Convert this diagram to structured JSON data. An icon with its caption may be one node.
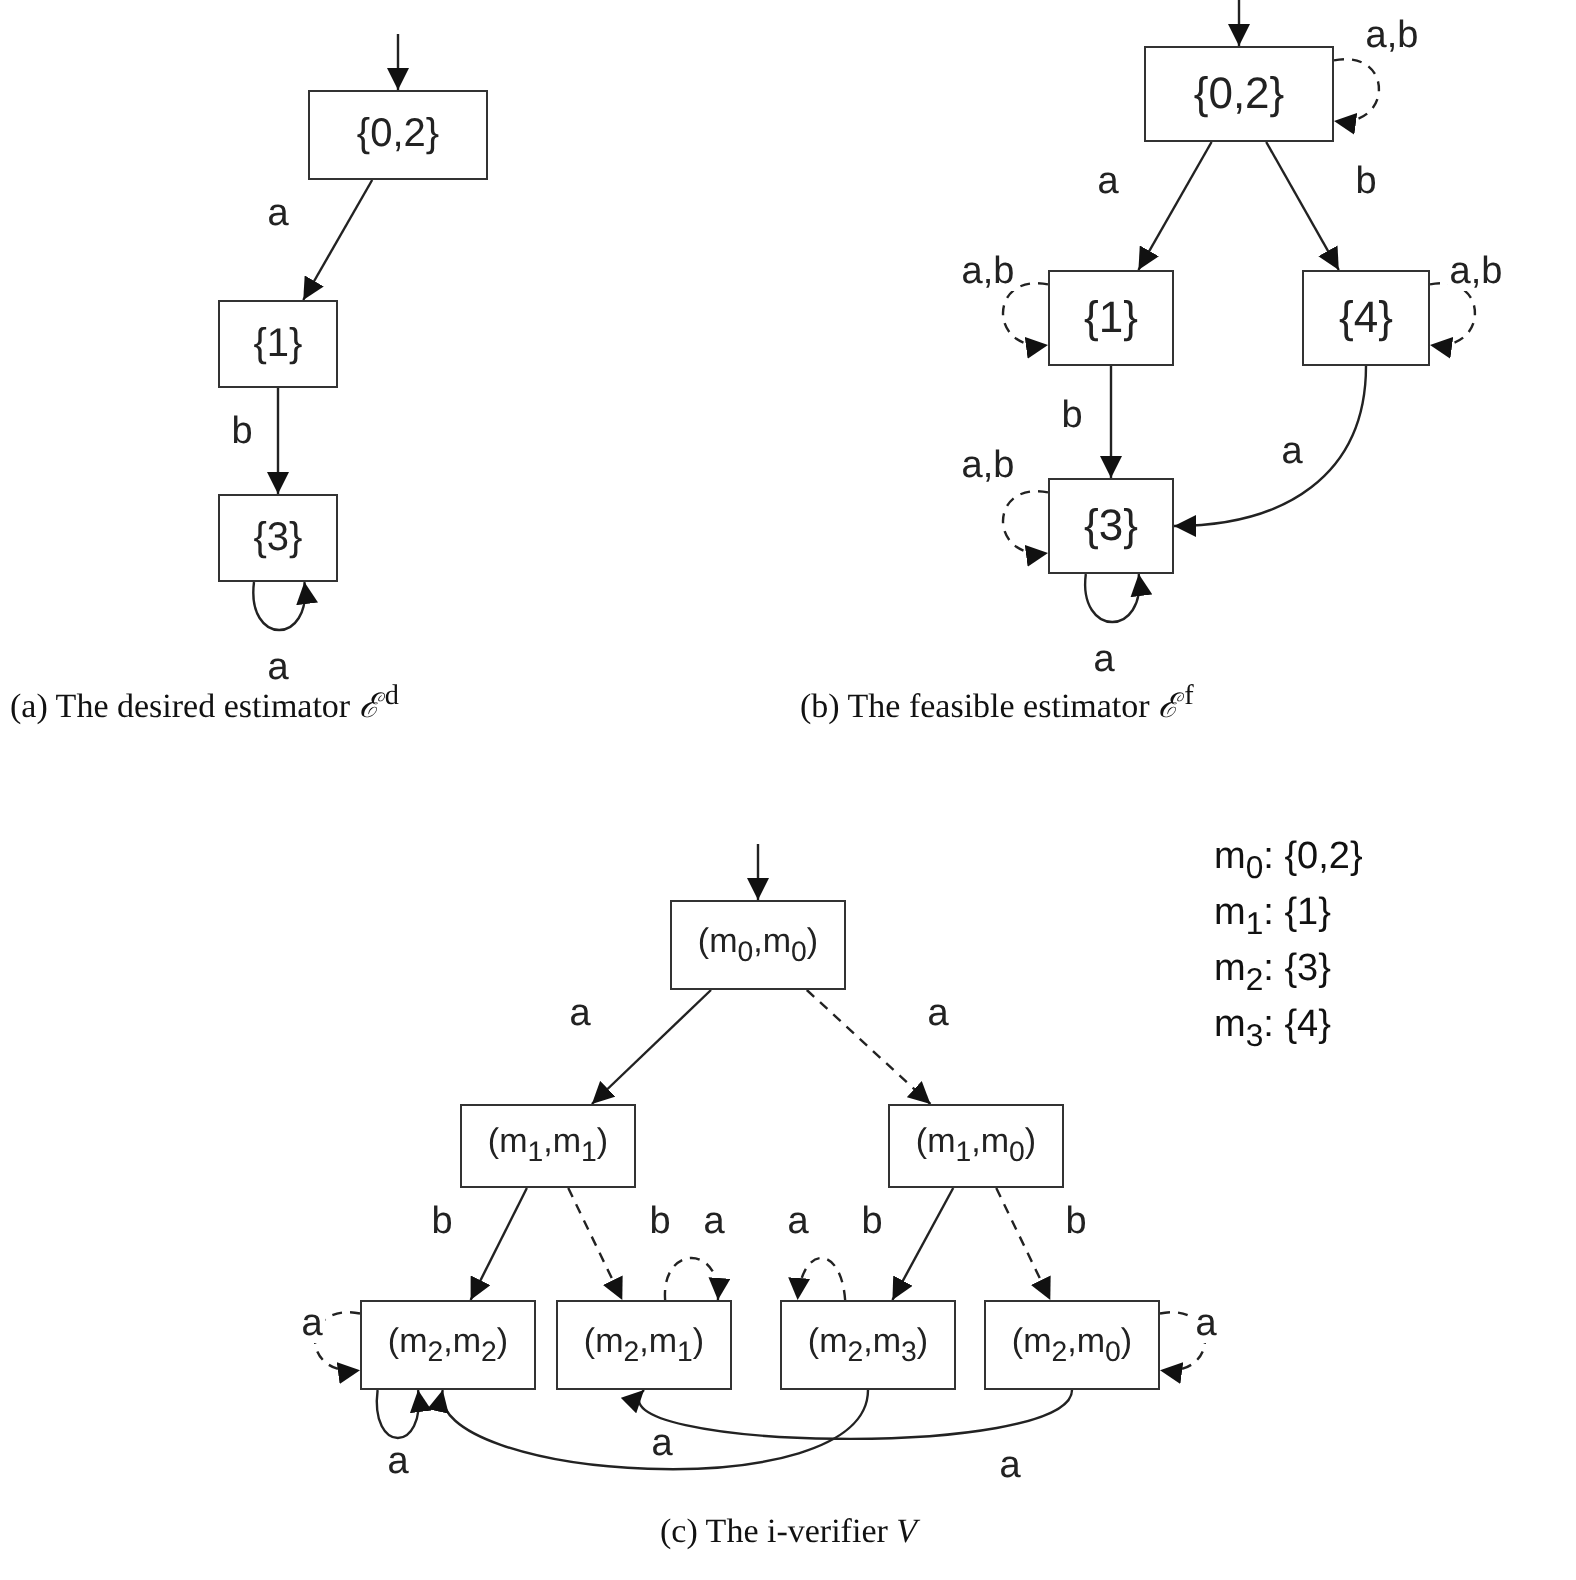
{
  "diagram": {
    "nodes": [
      {
        "text": [
          "{0,2}"
        ]
      },
      {
        "text": [
          "{1}"
        ]
      },
      {
        "text": [
          "{3}"
        ]
      },
      {
        "text": [
          "{0,2}"
        ]
      },
      {
        "text": [
          "{1}"
        ]
      },
      {
        "text": [
          "{4}"
        ]
      },
      {
        "text": [
          "{3}"
        ]
      },
      {
        "text": [
          "(m$_{0}$,m$_{0}$)"
        ]
      },
      {
        "text": [
          "(m$_{1}$,m$_{1}$)"
        ]
      },
      {
        "text": [
          "(m$_{1}$,m$_{0}$)"
        ]
      },
      {
        "text": [
          "(m$_{2}$,m$_{2}$)"
        ]
      },
      {
        "text": [
          "(m$_{2}$,m$_{1}$)"
        ]
      },
      {
        "text": [
          "(m$_{2}$,m$_{3}$)"
        ]
      },
      {
        "text": [
          "(m$_{2}$,m$_{0}$)"
        ]
      }
    ],
    "edges": [
      {
        "from": null,
        "to": 0,
        "arrow": "to"
      },
      {
        "from": 0,
        "to": 1,
        "arrow": "to",
        "label": "a"
      },
      {
        "from": 1,
        "to": 2,
        "arrow": "to",
        "label": "b"
      },
      {
        "from": 2,
        "to": 2,
        "arrow": "to",
        "label": "a"
      },
      {
        "from": null,
        "to": 3,
        "arrow": "to"
      },
      {
        "from": 3,
        "to": 3,
        "arrow": "to",
        "label": "a,b",
        "style": "dashed"
      },
      {
        "from": 3,
        "to": 4,
        "arrow": "to",
        "label": "a"
      },
      {
        "from": 3,
        "to": 5,
        "arrow": "to",
        "label": "b"
      },
      {
        "from": 4,
        "to": 4,
        "arrow": "to",
        "label": "a,b",
        "style": "dashed"
      },
      {
        "from": 5,
        "to": 5,
        "arrow": "to",
        "label": "a,b",
        "style": "dashed"
      },
      {
        "from": 4,
        "to": 6,
        "arrow": "to",
        "label": "b"
      },
      {
        "from": 5,
        "to": 6,
        "arrow": "to",
        "label": "a"
      },
      {
        "from": 6,
        "to": 6,
        "arrow": "to",
        "label": "a,b",
        "style": "dashed"
      },
      {
        "from": 6,
        "to": 6,
        "arrow": "to",
        "label": "a"
      },
      {
        "from": null,
        "to": 7,
        "arrow": "to"
      },
      {
        "from": 7,
        "to": 8,
        "arrow": "to",
        "label": "a"
      },
      {
        "from": 7,
        "to": 9,
        "arrow": "to",
        "label": "a",
        "style": "dashed"
      },
      {
        "from": 8,
        "to": 10,
        "arrow": "to",
        "label": "b"
      },
      {
        "from": 8,
        "to": 11,
        "arrow": "to",
        "label": "b",
        "style": "dashed"
      },
      {
        "from": 11,
        "to": 11,
        "arrow": "to",
        "label": "a",
        "style": "dashed"
      },
      {
        "from": 9,
        "to": 12,
        "arrow": "to",
        "label": "b"
      },
      {
        "from": 9,
        "to": 13,
        "arrow": "to",
        "label": "b",
        "style": "dashed"
      },
      {
        "from": 12,
        "to": 12,
        "arrow": "to",
        "label": "a",
        "style": "dashed"
      },
      {
        "from": 10,
        "to": 10,
        "arrow": "to",
        "label": "a",
        "style": "dashed"
      },
      {
        "from": 13,
        "to": 13,
        "arrow": "to",
        "label": "a",
        "style": "dashed"
      },
      {
        "from": 10,
        "to": 10,
        "arrow": "to",
        "label": "a"
      },
      {
        "from": 12,
        "to": 10,
        "arrow": "to",
        "label": "a"
      },
      {
        "from": 13,
        "to": 11,
        "arrow": "to",
        "label": "a"
      }
    ],
    "labels": [
      "(a)  The desired estimator *ℰ*$^{d}$",
      "(b)  The feasible estimator *ℰ*$^{f}$",
      "m$_{0}$: {0,2}",
      "m$_{1}$: {1}",
      "m$_{2}$: {3}",
      "m$_{3}$: {4}",
      "(c)  The i-verifier *V*"
    ]
  }
}
